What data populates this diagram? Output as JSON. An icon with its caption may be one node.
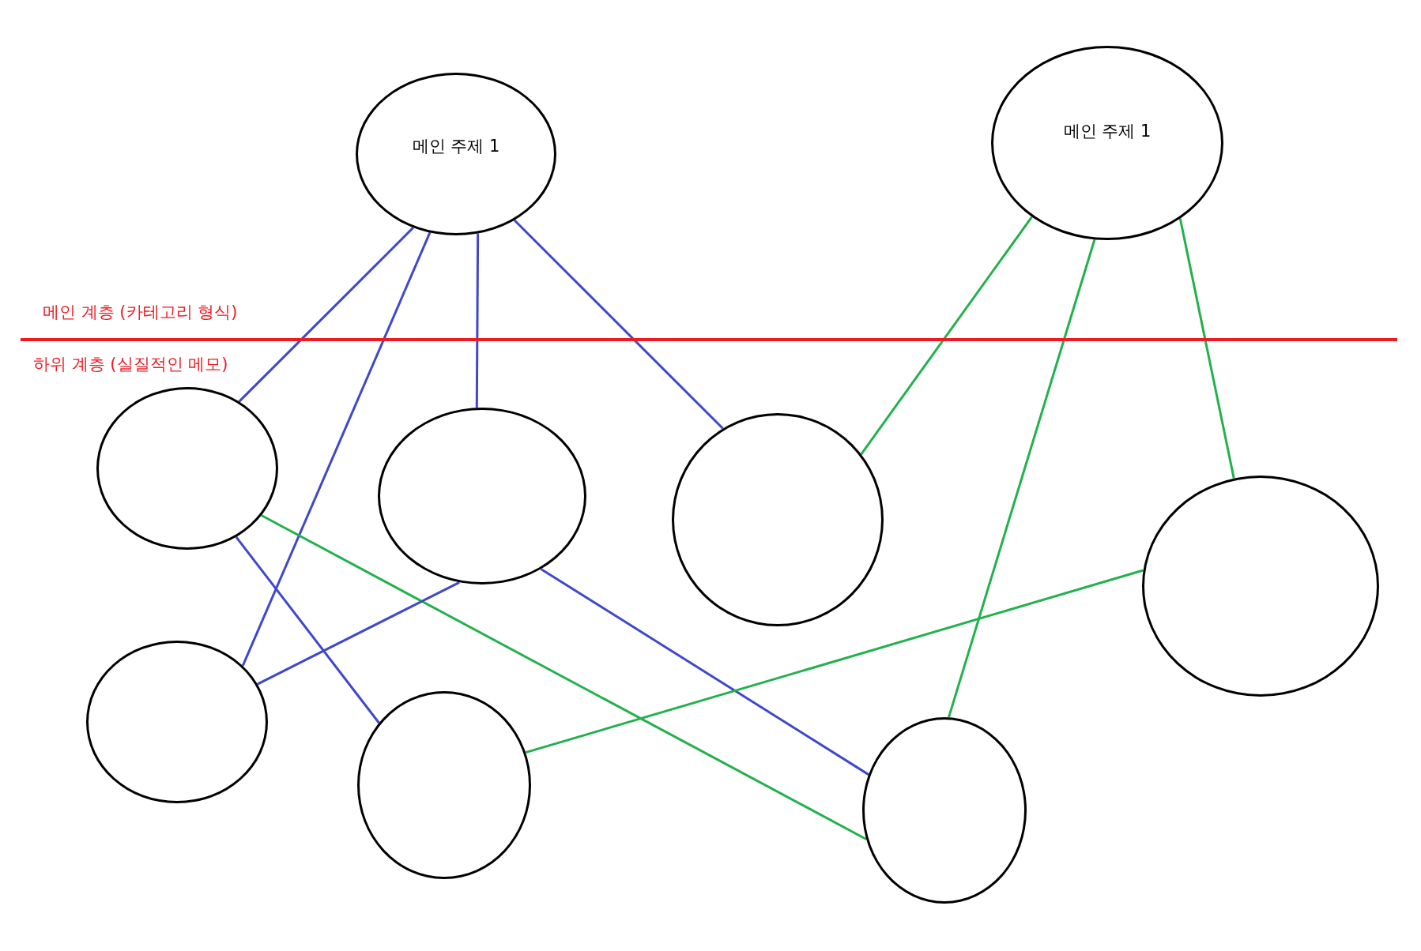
{
  "diagram": {
    "nodes": [
      {
        "text": [
          "메인 주제 1"
        ]
      },
      {
        "text": [
          "메인 주제 1"
        ]
      },
      {
        "text": [],
        "shape": "circle"
      },
      {
        "text": [],
        "shape": "circle"
      },
      {
        "text": [],
        "shape": "circle"
      },
      {
        "text": [],
        "shape": "circle"
      },
      {
        "text": [],
        "shape": "circle"
      },
      {
        "text": [],
        "shape": "circle"
      },
      {
        "text": [],
        "shape": "circle"
      }
    ],
    "edges": [
      {
        "from": 0,
        "to": 2,
        "arrow": "none"
      },
      {
        "from": 0,
        "to": 6,
        "arrow": "none"
      },
      {
        "from": 0,
        "to": 3,
        "arrow": "none"
      },
      {
        "from": 0,
        "to": 4,
        "arrow": "none"
      },
      {
        "from": 1,
        "to": 4,
        "arrow": "none",
        "color": "#22b14c"
      },
      {
        "from": 1,
        "to": 8,
        "arrow": "none",
        "color": "#22b14c"
      },
      {
        "from": 1,
        "to": 5,
        "arrow": "none",
        "color": "#22b14c"
      },
      {
        "from": 2,
        "to": 7,
        "arrow": "none"
      },
      {
        "from": 2,
        "to": 8,
        "arrow": "none",
        "color": "#22b14c"
      },
      {
        "from": 3,
        "to": 6,
        "arrow": "none"
      },
      {
        "from": 3,
        "to": 8,
        "arrow": "none"
      },
      {
        "from": 5,
        "to": 7,
        "arrow": "none",
        "color": "#22b14c"
      }
    ],
    "labels": [
      "메인 계층 (카테고리 형식)",
      "하위 계층 (실질적인 메모)"
    ]
  }
}
